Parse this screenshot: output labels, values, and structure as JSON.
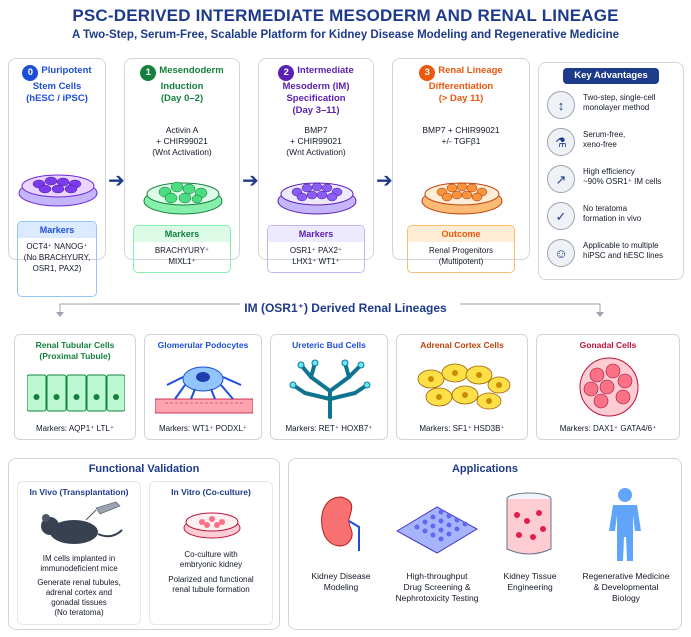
{
  "title": "PSC-DERIVED INTERMEDIATE MESODERM AND RENAL LINEAGE",
  "subtitle": "A Two-Step, Serum-Free, Scalable Platform for Kidney Disease Modeling and Regenerative Medicine",
  "stages": [
    {
      "num": "0",
      "title_l1": "Pluripotent",
      "title_l2": "Stem Cells",
      "title_l3": "(hESC / iPSC)",
      "reagent_l1": "",
      "reagent_l2": "",
      "reagent_l3": "",
      "box_title": "Markers",
      "box_l1": "OCT4⁺   NANOG⁺",
      "box_l2": "(No BRACHYURY,",
      "box_l3": "OSR1, PAX2)",
      "color": "#1d4ed8",
      "dish": "#7c3aed"
    },
    {
      "num": "1",
      "title_l1": "Mesendoderm",
      "title_l2": "Induction",
      "title_l3": "(Day 0–2)",
      "reagent_l1": "Activin A",
      "reagent_l2": "+ CHIR99021",
      "reagent_l3": "(Wnt Activation)",
      "box_title": "Markers",
      "box_l1": "BRACHYURY⁺",
      "box_l2": "MIXL1⁺",
      "box_l3": "",
      "color": "#15803d",
      "dish": "#4ade80"
    },
    {
      "num": "2",
      "title_l1": "Intermediate",
      "title_l2": "Mesoderm (IM)",
      "title_l3": "Specification",
      "title_l4": "(Day 3–11)",
      "reagent_l1": "BMP7",
      "reagent_l2": "+ CHIR99021",
      "reagent_l3": "(Wnt Activation)",
      "box_title": "Markers",
      "box_l1": "OSR1⁺     PAX2⁺",
      "box_l2": "LHX1⁺    WT1⁺",
      "box_l3": "",
      "color": "#5b21b6",
      "dish": "#8b5cf6"
    },
    {
      "num": "3",
      "title_l1": "Renal Lineage",
      "title_l2": "Differentiation",
      "title_l3": "(> Day 11)",
      "reagent_l1": "BMP7 + CHIR99021",
      "reagent_l2": "+/- TGFβ1",
      "reagent_l3": "",
      "box_title": "Outcome",
      "box_l1": "Renal Progenitors",
      "box_l2": "(Multipotent)",
      "box_l3": "",
      "color": "#ea580c",
      "dish": "#fb923c"
    }
  ],
  "key_advantages": {
    "title": "Key Advantages",
    "items": [
      {
        "icon": "↕",
        "icon_name": "layers-icon",
        "l1": "Two-step, single-cell",
        "l2": "monolayer method"
      },
      {
        "icon": "⚗",
        "icon_name": "flask-icon",
        "l1": "Serum-free,",
        "l2": "xeno-free"
      },
      {
        "icon": "↗",
        "icon_name": "growth-chart-icon",
        "l1": "High efficiency",
        "l2": "~90% OSR1⁺ IM cells"
      },
      {
        "icon": "✓",
        "icon_name": "shield-icon",
        "l1": "No teratoma",
        "l2": "formation in vivo"
      },
      {
        "icon": "☺",
        "icon_name": "people-icon",
        "l1": "Applicable to multiple",
        "l2": "hiPSC and hESC lines"
      }
    ]
  },
  "lineages_title": "IM (OSR1⁺) Derived Renal Lineages",
  "lineages": [
    {
      "l1": "Renal Tubular Cells",
      "l2": "(Proximal Tubule)",
      "markers": "Markers:  AQP1⁺   LTL⁺",
      "color": "#15803d"
    },
    {
      "l1": "Glomerular Podocytes",
      "l2": "",
      "markers": "Markers:  WT1⁺   PODXL⁺",
      "color": "#1d4ed8"
    },
    {
      "l1": "Ureteric Bud Cells",
      "l2": "",
      "markers": "Markers:  RET⁺   HOXB7⁺",
      "color": "#1d4ed8"
    },
    {
      "l1": "Adrenal Cortex Cells",
      "l2": "",
      "markers": "Markers:  SF1⁺   HSD3B⁺",
      "color": "#c2410c"
    },
    {
      "l1": "Gonadal Cells",
      "l2": "",
      "markers": "Markers:  DAX1⁺   GATA4/6⁺",
      "color": "#be123c"
    }
  ],
  "functional": {
    "title": "Functional Validation",
    "invivo_title": "In Vivo (Transplantation)",
    "invivo_l1": "IM cells implanted in",
    "invivo_l2": "immunodeficient mice",
    "invivo_l3": "Generate renal tubules,",
    "invivo_l4": "adrenal cortex and",
    "invivo_l5": "gonadal tissues",
    "invivo_l6": "(No teratoma)",
    "invitro_title": "In Vitro (Co-culture)",
    "invitro_l1": "Co-culture with",
    "invitro_l2": "embryonic kidney",
    "invitro_l3": "Polarized and functional",
    "invitro_l4": "renal tubule formation"
  },
  "applications": {
    "title": "Applications",
    "items": [
      {
        "l1": "Kidney Disease",
        "l2": "Modeling",
        "l3": ""
      },
      {
        "l1": "High-throughput",
        "l2": "Drug Screening &",
        "l3": "Nephrotoxicity Testing"
      },
      {
        "l1": "Kidney Tissue",
        "l2": "Engineering",
        "l3": ""
      },
      {
        "l1": "Regenerative Medicine",
        "l2": "& Developmental",
        "l3": "Biology"
      }
    ]
  }
}
